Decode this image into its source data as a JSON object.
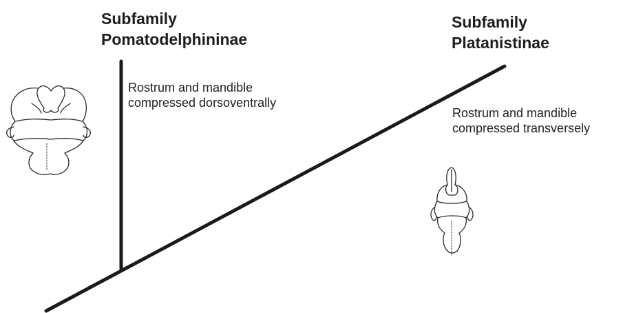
{
  "diagram": {
    "groups": [
      {
        "id": "pomatodelphininae",
        "title_line1": "Subfamily",
        "title_line2": "Pomatodelphininae",
        "desc_line1": "Rostrum and mandible",
        "desc_line2": "compressed dorsoventrally",
        "skull_icon": "skull-dorsal-view-wide"
      },
      {
        "id": "platanistinae",
        "title_line1": "Subfamily",
        "title_line2": "Platanistinae",
        "desc_line1": "Rostrum and mandible",
        "desc_line2": "compressed transversely",
        "skull_icon": "skull-dorsal-view-narrow"
      }
    ],
    "line_color": "#1a1a1a"
  }
}
